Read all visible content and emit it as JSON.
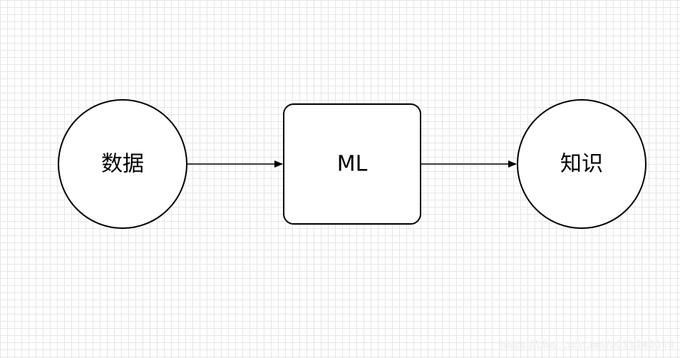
{
  "diagram": {
    "nodes": {
      "data": {
        "label": "数据",
        "shape": "circle"
      },
      "ml": {
        "label": "ML",
        "shape": "rounded-rectangle"
      },
      "knowledge": {
        "label": "知识",
        "shape": "circle"
      }
    },
    "edges": [
      {
        "from": "data",
        "to": "ml"
      },
      {
        "from": "ml",
        "to": "knowledge"
      }
    ]
  },
  "watermark": "https://blog.csdn.net/u011240016",
  "colors": {
    "stroke": "#000000",
    "fill": "#ffffff",
    "grid": "#e6e6e6"
  }
}
